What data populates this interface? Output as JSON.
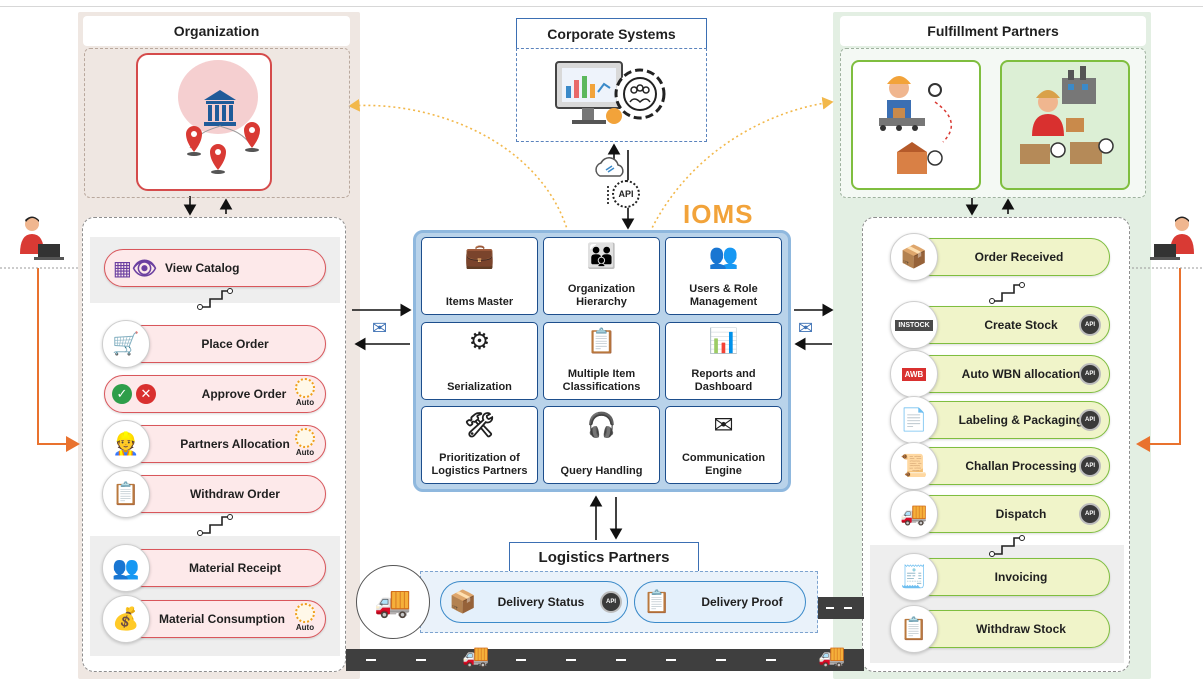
{
  "organization": {
    "title": "Organization",
    "items": [
      {
        "label": "View Catalog",
        "icon": "catalog-eye-icon"
      },
      {
        "label": "Place Order",
        "icon": "cart-check-icon"
      },
      {
        "label": "Approve Order",
        "icon": "approve-reject-icon",
        "badge": "Auto"
      },
      {
        "label": "Partners Allocation",
        "icon": "worker-icon",
        "badge": "Auto"
      },
      {
        "label": "Withdraw Order",
        "icon": "clipboard-icon"
      },
      {
        "label": "Material Receipt",
        "icon": "delivery-people-icon"
      },
      {
        "label": "Material Consumption",
        "icon": "money-cart-icon",
        "badge": "Auto"
      }
    ]
  },
  "corporate": {
    "title": "Corporate Systems",
    "api_label": "API"
  },
  "fulfillment": {
    "title": "Fulfillment Partners",
    "items": [
      {
        "label": "Order Received",
        "icon": "hand-box-icon"
      },
      {
        "label": "Create Stock",
        "icon": "instock-icon",
        "badge": "API",
        "icon_text": "INSTOCK"
      },
      {
        "label": "Auto WBN allocation",
        "icon": "awb-doc-icon",
        "badge": "API",
        "icon_text": "AWB"
      },
      {
        "label": "Labeling & Packaging",
        "icon": "label-tag-icon",
        "badge": "API"
      },
      {
        "label": "Challan Processing",
        "icon": "challan-icon",
        "badge": "API"
      },
      {
        "label": "Dispatch",
        "icon": "truck-warehouse-icon",
        "badge": "API"
      },
      {
        "label": "Invoicing",
        "icon": "invoice-icon"
      },
      {
        "label": "Withdraw Stock",
        "icon": "clipboard-icon"
      }
    ]
  },
  "ioms": {
    "logo": "IOMS",
    "modules": [
      {
        "label": "Items Master",
        "icon": "briefcase-icon"
      },
      {
        "label": "Organization Hierarchy",
        "icon": "hierarchy-icon"
      },
      {
        "label": "Users & Role Management",
        "icon": "users-icon"
      },
      {
        "label": "Serialization",
        "icon": "gears-icon"
      },
      {
        "label": "Multiple Item Classifications",
        "icon": "checklist-icon"
      },
      {
        "label": "Reports and Dashboard",
        "icon": "dashboard-icon"
      },
      {
        "label": "Prioritization of Logistics Partners",
        "icon": "worker-tools-icon"
      },
      {
        "label": "Query Handling",
        "icon": "support-agent-icon"
      },
      {
        "label": "Communication Engine",
        "icon": "mail-gear-icon"
      }
    ]
  },
  "logistics": {
    "title": "Logistics Partners",
    "items": [
      {
        "label": "Delivery Status",
        "icon": "box-scan-icon",
        "badge": "API"
      },
      {
        "label": "Delivery Proof",
        "icon": "proof-doc-icon"
      }
    ]
  },
  "colors": {
    "org_bg": "#efe7e2",
    "org_accent": "#d9565b",
    "fulfillment_bg": "#e3efe3",
    "fulfillment_accent": "#7fbe3f",
    "ioms_bg": "#b9d3ea",
    "ioms_logo": "#f2a33a",
    "logistics_accent": "#3b8ac9",
    "flow_arrow": "#e9722e"
  }
}
